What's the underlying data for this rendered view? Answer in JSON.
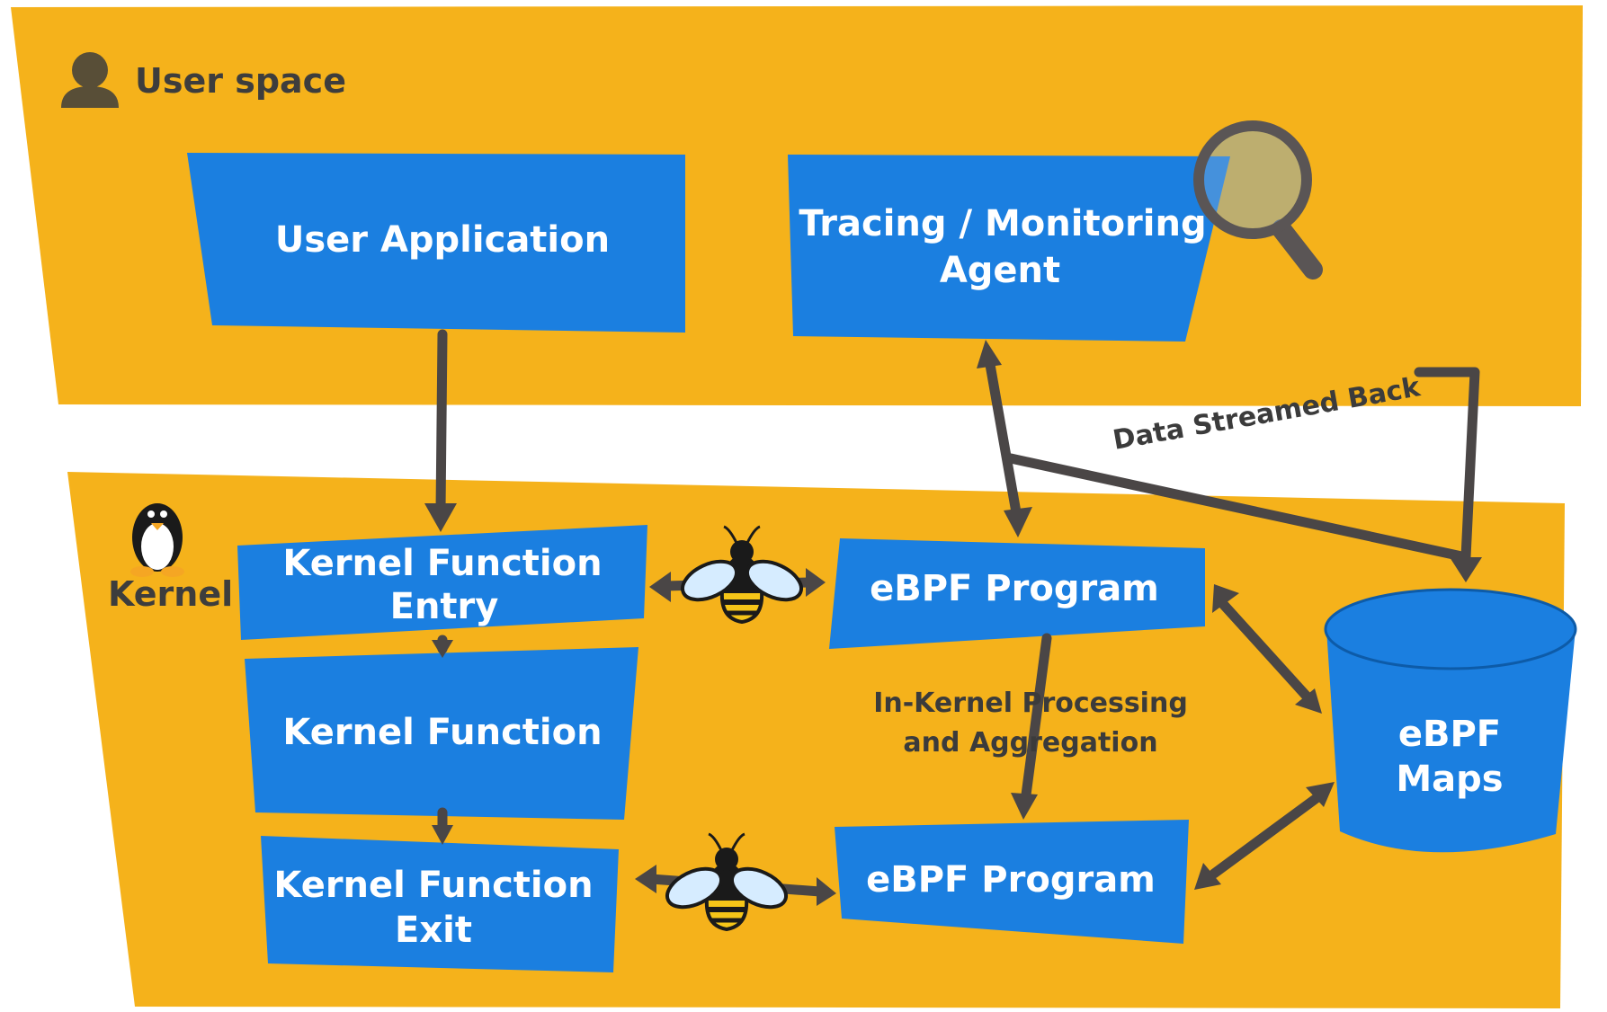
{
  "regions": {
    "user_space": "User space",
    "kernel": "Kernel"
  },
  "boxes": {
    "user_application": "User Application",
    "agent_line1": "Tracing / Monitoring",
    "agent_line2": "Agent",
    "kernel_entry_line1": "Kernel Function",
    "kernel_entry_line2": "Entry",
    "kernel_function": "Kernel Function",
    "kernel_exit_line1": "Kernel Function",
    "kernel_exit_line2": "Exit",
    "ebpf_program_top": "eBPF Program",
    "ebpf_program_bottom": "eBPF Program",
    "maps_line1": "eBPF",
    "maps_line2": "Maps"
  },
  "notes": {
    "data_streamed_back": "Data Streamed Back",
    "processing_line1": "In-Kernel Processing",
    "processing_line2": "and Aggregation"
  },
  "icons": [
    "user-icon",
    "linux-penguin-icon",
    "magnifying-glass-icon",
    "bee-icon"
  ],
  "colors": {
    "region": "#f5b21b",
    "box": "#1b7fe0",
    "arrow": "#4a4646",
    "text_dark": "#3d3d3d"
  }
}
